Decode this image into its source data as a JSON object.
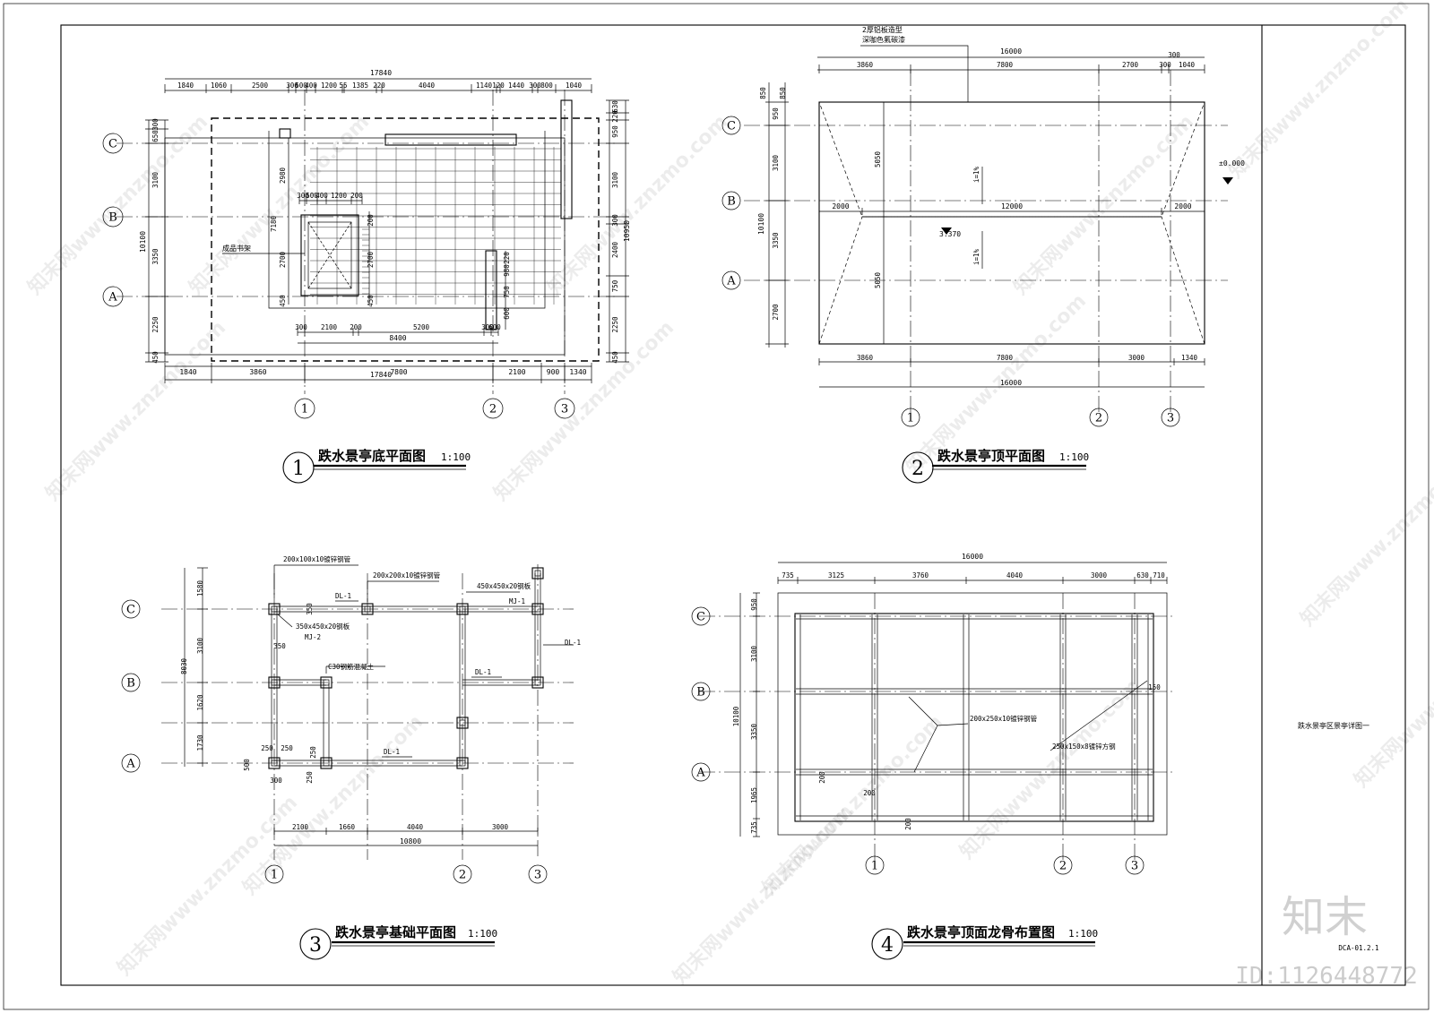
{
  "sheet": {
    "title_block_text": "跌水景亭区景亭详图一",
    "drawing_no": "DCA-01.2.1",
    "brand": "知末",
    "id_label": "ID:1126448772",
    "watermark_text": "知末网www.znzmo.com"
  },
  "views": [
    {
      "number": "1",
      "title": "跌水景亭底平面图",
      "scale": "1:100",
      "grid_rows": [
        "C",
        "B",
        "A"
      ],
      "grid_cols": [
        "1",
        "2",
        "3"
      ],
      "dims_top_outer": "17840",
      "dims_top_segments": [
        "1840",
        "1060",
        "2500",
        "300",
        "500",
        "400",
        "1200",
        "55",
        "1385",
        "220",
        "4040",
        "1140",
        "120",
        "1440",
        "300",
        "800",
        "1040"
      ],
      "dims_bottom_segments": [
        "1840",
        "3860",
        "7800",
        "2100",
        "900",
        "1340"
      ],
      "dims_bottom_outer": "17840",
      "dims_inner_bottom": [
        "300",
        "2100",
        "200",
        "5200",
        "300",
        "600"
      ],
      "dims_inner_total": "8400",
      "dims_left": [
        "300",
        "650",
        "3100",
        "3350",
        "2250",
        "450"
      ],
      "dims_left_total": "10100",
      "dims_right": [
        "630",
        "220",
        "950",
        "3100",
        "300",
        "2400",
        "750",
        "2250",
        "450"
      ],
      "dims_right_total": "10950",
      "dims_inner_v": [
        "2980",
        "7180",
        "2700",
        "2700",
        "200",
        "450",
        "980",
        "750",
        "600",
        "450",
        "220"
      ],
      "dims_inner_top": [
        "300",
        "500",
        "400",
        "1200",
        "200"
      ],
      "label_furniture": "成品书架"
    },
    {
      "number": "2",
      "title": "跌水景亭顶平面图",
      "scale": "1:100",
      "grid_rows": [
        "C",
        "B",
        "A"
      ],
      "grid_cols": [
        "1",
        "2",
        "3"
      ],
      "note1": "2厚铝板造型",
      "note2": "深咖色氟碳漆",
      "dims_top_outer": "16000",
      "dims_top_segments": [
        "3860",
        "7800",
        "2700",
        "300",
        "1040"
      ],
      "dims_top_small": "300",
      "dims_bottom_segments": [
        "3860",
        "7800",
        "3000",
        "1340"
      ],
      "dims_bottom_outer": "16000",
      "dims_left": [
        "850",
        "950",
        "3100",
        "3350",
        "2700"
      ],
      "dims_left_total": "10100",
      "dims_top_left": "850",
      "dims_ridge": [
        "2000",
        "12000",
        "2000"
      ],
      "dims_v": [
        "5050",
        "5050"
      ],
      "slope": "i=1%",
      "elev_top": "3.370",
      "elev_ground": "±0.000"
    },
    {
      "number": "3",
      "title": "跌水景亭基础平面图",
      "scale": "1:100",
      "grid_rows": [
        "C",
        "B",
        "A"
      ],
      "grid_cols": [
        "1",
        "2",
        "3"
      ],
      "labels": [
        "200x100x10镀锌钢管",
        "200x200x10镀锌钢管",
        "450x450x20钢板",
        "350x450x20钢板",
        "C30钢筋混凝土",
        "MJ-1",
        "MJ-2",
        "DL-1",
        "DL-1",
        "DL-1",
        "DL-1"
      ],
      "dims_left": [
        "1580",
        "3100",
        "1620",
        "1730"
      ],
      "dims_left_total": "8030",
      "dims_bottom": [
        "2100",
        "1660",
        "4040",
        "3000"
      ],
      "dims_bottom_total": "10800",
      "dims_small": [
        "250",
        "250",
        "250",
        "250",
        "500",
        "300",
        "350",
        "350"
      ]
    },
    {
      "number": "4",
      "title": "跌水景亭顶面龙骨布置图",
      "scale": "1:100",
      "grid_rows": [
        "C",
        "B",
        "A"
      ],
      "grid_cols": [
        "1",
        "2",
        "3"
      ],
      "dims_top_outer": "16000",
      "dims_top_segments": [
        "735",
        "3125",
        "3760",
        "4040",
        "3000",
        "630",
        "710"
      ],
      "dims_left": [
        "950",
        "3100",
        "3350",
        "1965",
        "735"
      ],
      "dims_left_total": "10100",
      "labels": [
        "200x250x10镀锌钢管",
        "250x150x8镀锌方钢"
      ],
      "dims_small": [
        "200",
        "200",
        "200",
        "150"
      ]
    }
  ]
}
